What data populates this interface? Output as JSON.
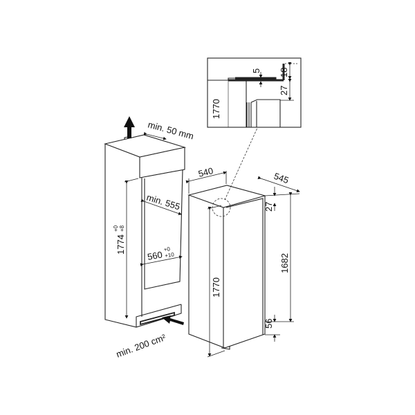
{
  "niche": {
    "vent_top": "min. 50 mm",
    "depth": "min. 555",
    "height": "1774",
    "height_tol_upper": "+0",
    "height_tol_lower": "+8",
    "width": "560",
    "width_tol_upper": "+0",
    "width_tol_lower": "+10",
    "vent_bottom": "min. 200 cm²"
  },
  "appliance": {
    "width": "540",
    "depth": "545",
    "height": "1770",
    "top_offset": "27",
    "door_height": "1682",
    "bottom_offset": "56"
  },
  "detail": {
    "gap": "5",
    "top": "18",
    "offset": "27",
    "height": "1770"
  }
}
